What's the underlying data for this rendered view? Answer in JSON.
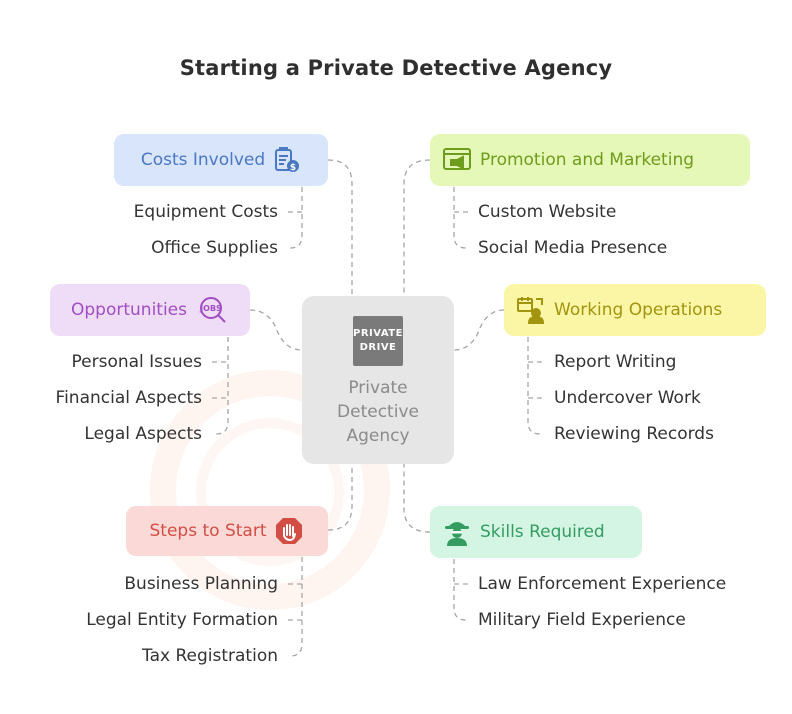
{
  "title": "Starting a Private Detective Agency",
  "center": {
    "logo_line1": "PRIVATE",
    "logo_line2": "DRIVE",
    "label": "Private Detective Agency"
  },
  "branches": {
    "costs": {
      "label": "Costs Involved",
      "icon": "invoice-dollar-icon",
      "items": [
        "Equipment Costs",
        "Office Supplies"
      ]
    },
    "opportunities": {
      "label": "Opportunities",
      "icon": "jobs-search-icon",
      "items": [
        "Personal Issues",
        "Financial Aspects",
        "Legal Aspects"
      ]
    },
    "steps": {
      "label": "Steps to Start",
      "icon": "stop-hand-icon",
      "items": [
        "Business Planning",
        "Legal Entity Formation",
        "Tax Registration"
      ]
    },
    "promotion": {
      "label": "Promotion and Marketing",
      "icon": "megaphone-screen-icon",
      "items": [
        "Custom Website",
        "Social Media Presence"
      ]
    },
    "operations": {
      "label": "Working Operations",
      "icon": "worker-calendar-icon",
      "items": [
        "Report Writing",
        "Undercover Work",
        "Reviewing Records"
      ]
    },
    "skills": {
      "label": "Skills Required",
      "icon": "detective-icon",
      "items": [
        "Law Enforcement Experience",
        "Military Field Experience"
      ]
    }
  },
  "colors": {
    "costs_bg": "#d8e5fb",
    "costs_fg": "#4a78c2",
    "opportunities_bg": "#efdcf7",
    "opportunities_fg": "#a04ec2",
    "steps_bg": "#fbd9d6",
    "steps_fg": "#d24e44",
    "promotion_bg": "#e6f8b7",
    "promotion_fg": "#6e9c1c",
    "operations_bg": "#fbf6a6",
    "operations_fg": "#a39410",
    "skills_bg": "#d5f5e4",
    "skills_fg": "#349c61",
    "wire": "#9a9a9a"
  }
}
